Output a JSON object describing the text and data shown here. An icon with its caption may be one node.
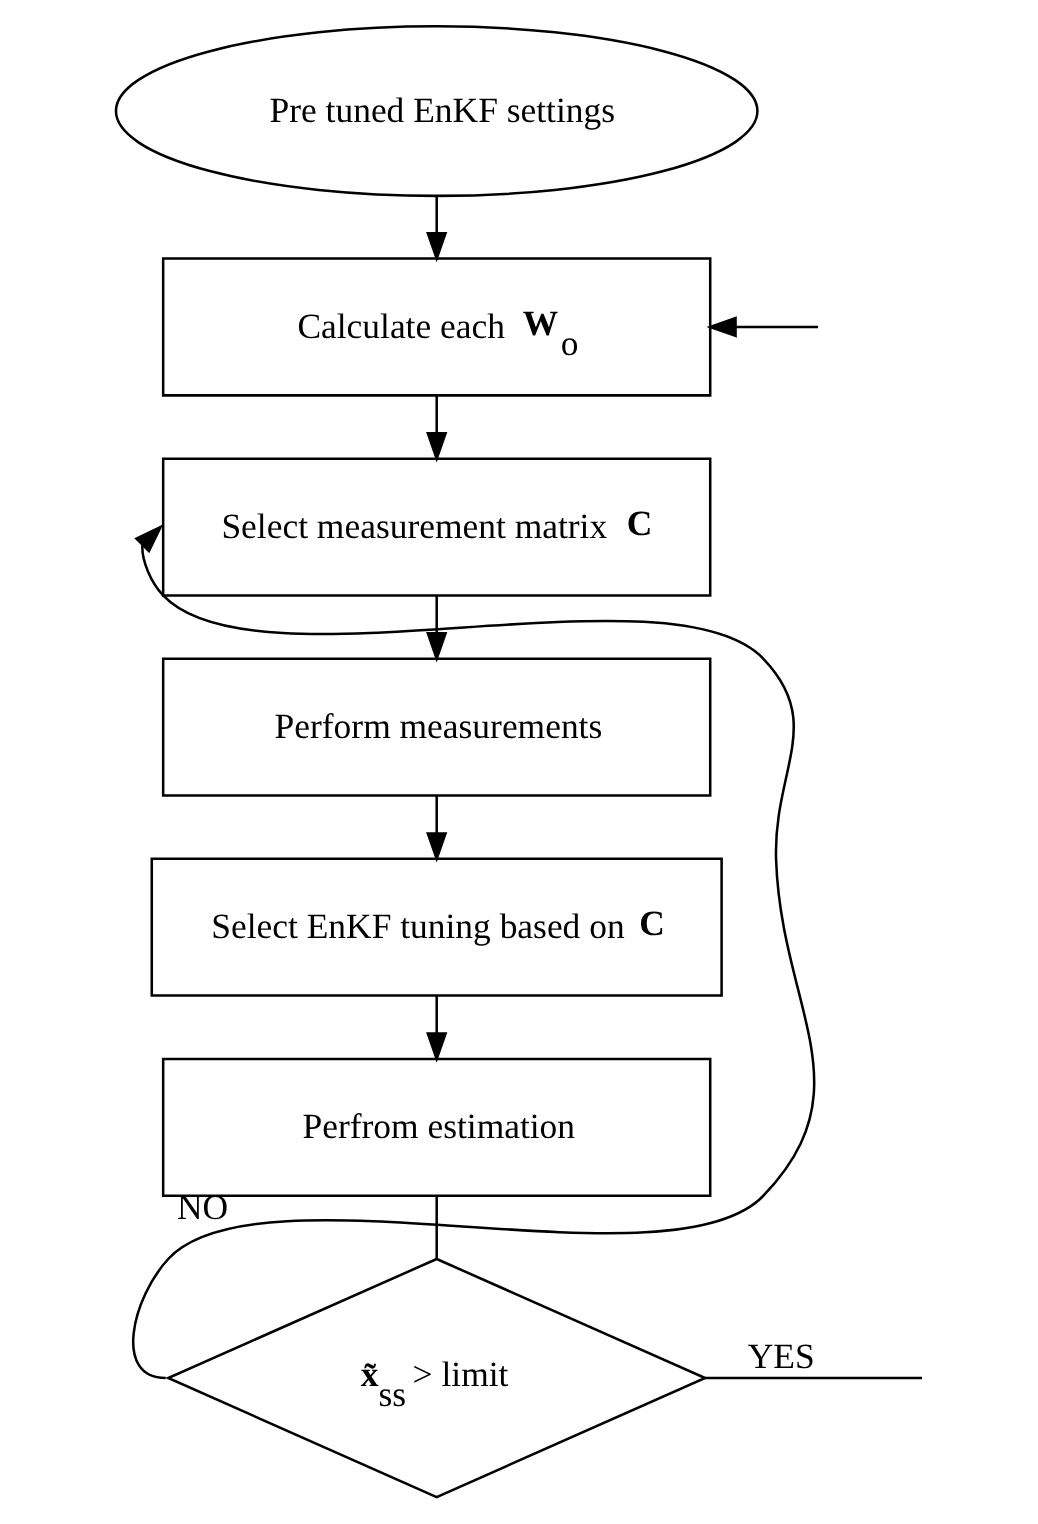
{
  "diagram": {
    "nodes": [
      {
        "text": [
          "Pre tuned EnKF settings"
        ]
      },
      {
        "text": [
          "Calculate each **W**$_{o}$"
        ]
      },
      {
        "text": [
          "Select measurement matrix **C**"
        ]
      },
      {
        "text": [
          "Perform measurements"
        ]
      },
      {
        "text": [
          "Select EnKF tuning based on **C**"
        ]
      },
      {
        "text": [
          "Perfrom estimation"
        ]
      },
      {
        "text": [
          "**x̃**$_{ss}$ > limit"
        ]
      }
    ],
    "edges": [
      {
        "from": 0,
        "to": 1,
        "arrow": "to"
      },
      {
        "from": null,
        "to": 1,
        "arrow": "to"
      },
      {
        "from": 1,
        "to": 2,
        "arrow": "to"
      },
      {
        "from": 2,
        "to": 3,
        "arrow": "to"
      },
      {
        "from": 3,
        "to": 4,
        "arrow": "to"
      },
      {
        "from": 4,
        "to": 5,
        "arrow": "to"
      },
      {
        "from": 5,
        "to": 6,
        "arrow": "none"
      },
      {
        "from": 6,
        "to": 2,
        "arrow": "to",
        "label": "NO"
      },
      {
        "from": 6,
        "to": null,
        "arrow": "none",
        "label": "YES"
      }
    ]
  }
}
